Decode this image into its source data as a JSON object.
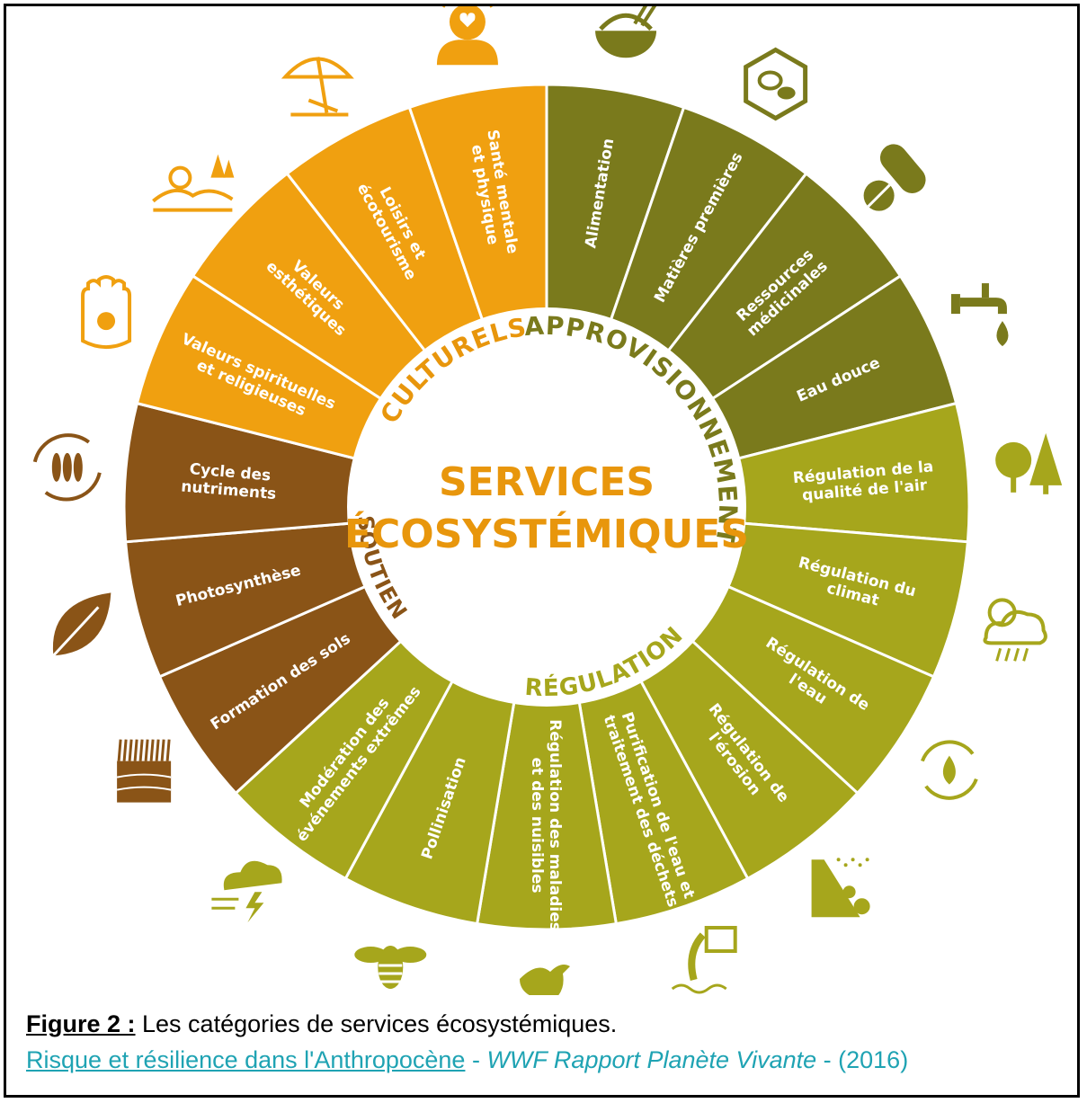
{
  "center": {
    "line1": "SERVICES",
    "line2": "ÉCOSYSTÉMIQUES"
  },
  "categories": [
    {
      "id": "approv",
      "name": "APPROVISIONNEMENT"
    },
    {
      "id": "regul",
      "name": "RÉGULATION"
    },
    {
      "id": "soutien",
      "name": "SOUTIEN"
    },
    {
      "id": "cult",
      "name": "CULTURELS"
    }
  ],
  "segments": [
    {
      "label": "Alimentation",
      "color": "#7a7a1c",
      "icon": "rice-bowl-icon"
    },
    {
      "label": "Matières premières",
      "color": "#7a7a1c",
      "icon": "raw-materials-hexagon-icon"
    },
    {
      "label": "Ressources médicinales",
      "color": "#7a7a1c",
      "icon": "medicine-pills-icon"
    },
    {
      "label": "Eau douce",
      "color": "#7a7a1c",
      "icon": "water-tap-icon"
    },
    {
      "label": "Régulation de la qualité de l'air",
      "color": "#a6a61c",
      "icon": "trees-icon"
    },
    {
      "label": "Régulation du climat",
      "color": "#a6a61c",
      "icon": "weather-cloud-sun-icon"
    },
    {
      "label": "Régulation de l'eau",
      "color": "#a6a61c",
      "icon": "water-cycle-icon"
    },
    {
      "label": "Régulation de l'érosion",
      "color": "#a6a61c",
      "icon": "landslide-icon"
    },
    {
      "label": "Purification de l'eau et traitement des déchets",
      "color": "#a6a61c",
      "icon": "water-outflow-icon"
    },
    {
      "label": "Régulation des maladies et des nuisibles",
      "color": "#a6a61c",
      "icon": "bird-icon"
    },
    {
      "label": "Pollinisation",
      "color": "#a6a61c",
      "icon": "bee-icon"
    },
    {
      "label": "Modération des événements extrêmes",
      "color": "#a6a61c",
      "icon": "storm-icon"
    },
    {
      "label": "Formation des sols",
      "color": "#8a5417",
      "icon": "soil-layers-icon"
    },
    {
      "label": "Photosynthèse",
      "color": "#8a5417",
      "icon": "leaf-icon"
    },
    {
      "label": "Cycle des nutriments",
      "color": "#8a5417",
      "icon": "wheat-cycle-icon"
    },
    {
      "label": "Valeurs spirituelles et religieuses",
      "color": "#f0a010",
      "icon": "hamsa-hand-icon"
    },
    {
      "label": "Valeurs esthétiques",
      "color": "#f0a010",
      "icon": "landscape-icon"
    },
    {
      "label": "Loisirs et écotourisme",
      "color": "#f0a010",
      "icon": "beach-umbrella-icon"
    },
    {
      "label": "Santé mentale et physique",
      "color": "#f0a010",
      "icon": "person-heart-icon"
    }
  ],
  "caption": {
    "label": "Figure 2 :",
    "text": " Les catégories de services écosystémiques.",
    "source_link": "Risque et résilience dans l'Anthropocène",
    "sep1": " - ",
    "source_report": "WWF Rapport Planète Vivante",
    "sep2": " - ",
    "year": "(2016)"
  }
}
